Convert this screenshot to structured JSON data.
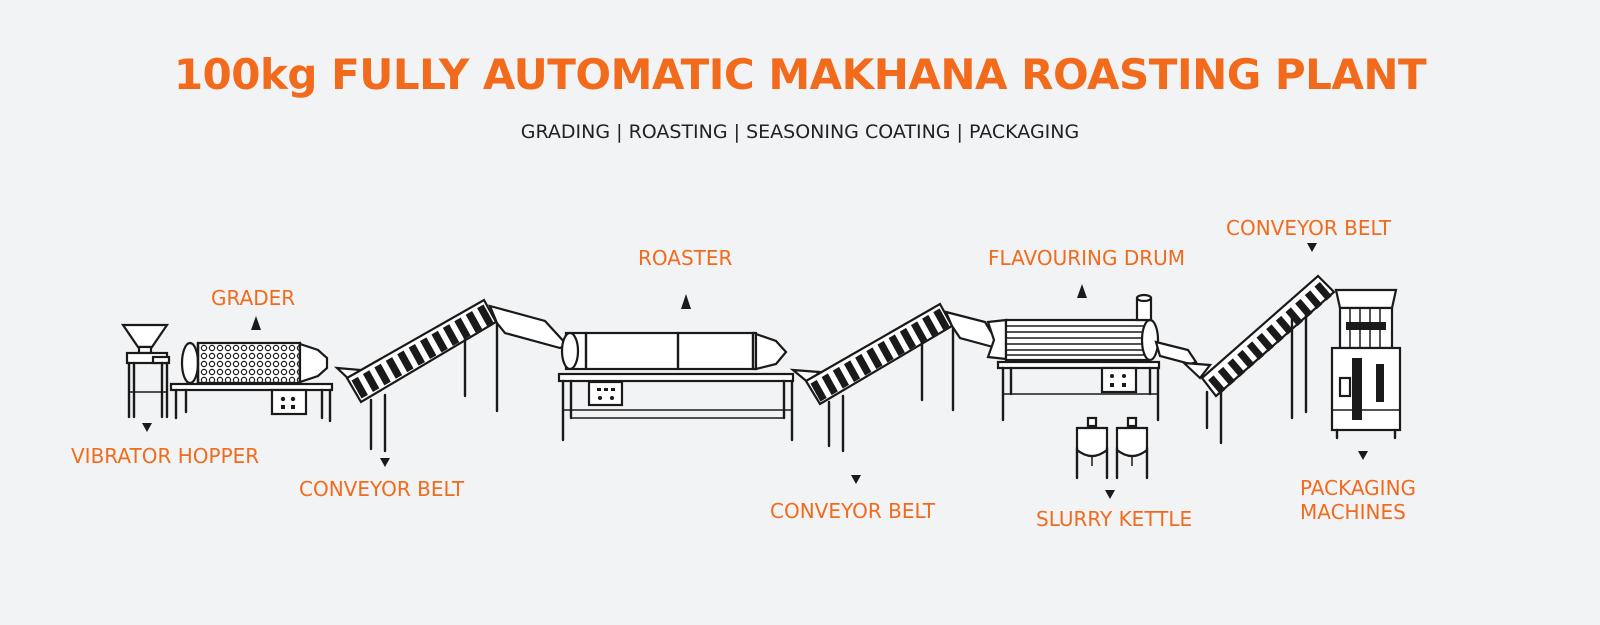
{
  "header": {
    "title": "100kg FULLY AUTOMATIC MAKHANA ROASTING PLANT",
    "subtitle": "GRADING | ROASTING | SEASONING COATING | PACKAGING"
  },
  "labels": {
    "vibrator_hopper": "VIBRATOR HOPPER",
    "grader": "GRADER",
    "conveyor_belt_1": "CONVEYOR BELT",
    "roaster": "ROASTER",
    "conveyor_belt_2": "CONVEYOR BELT",
    "flavouring_drum": "FLAVOURING DRUM",
    "slurry_kettle": "SLURRY KETTLE",
    "conveyor_belt_3": "CONVEYOR BELT",
    "packaging_line1": "PACKAGING",
    "packaging_line2": "MACHINES"
  },
  "colors": {
    "accent": "#f26b1d",
    "line": "#1a1a1a",
    "background": "#f2f3f5"
  }
}
